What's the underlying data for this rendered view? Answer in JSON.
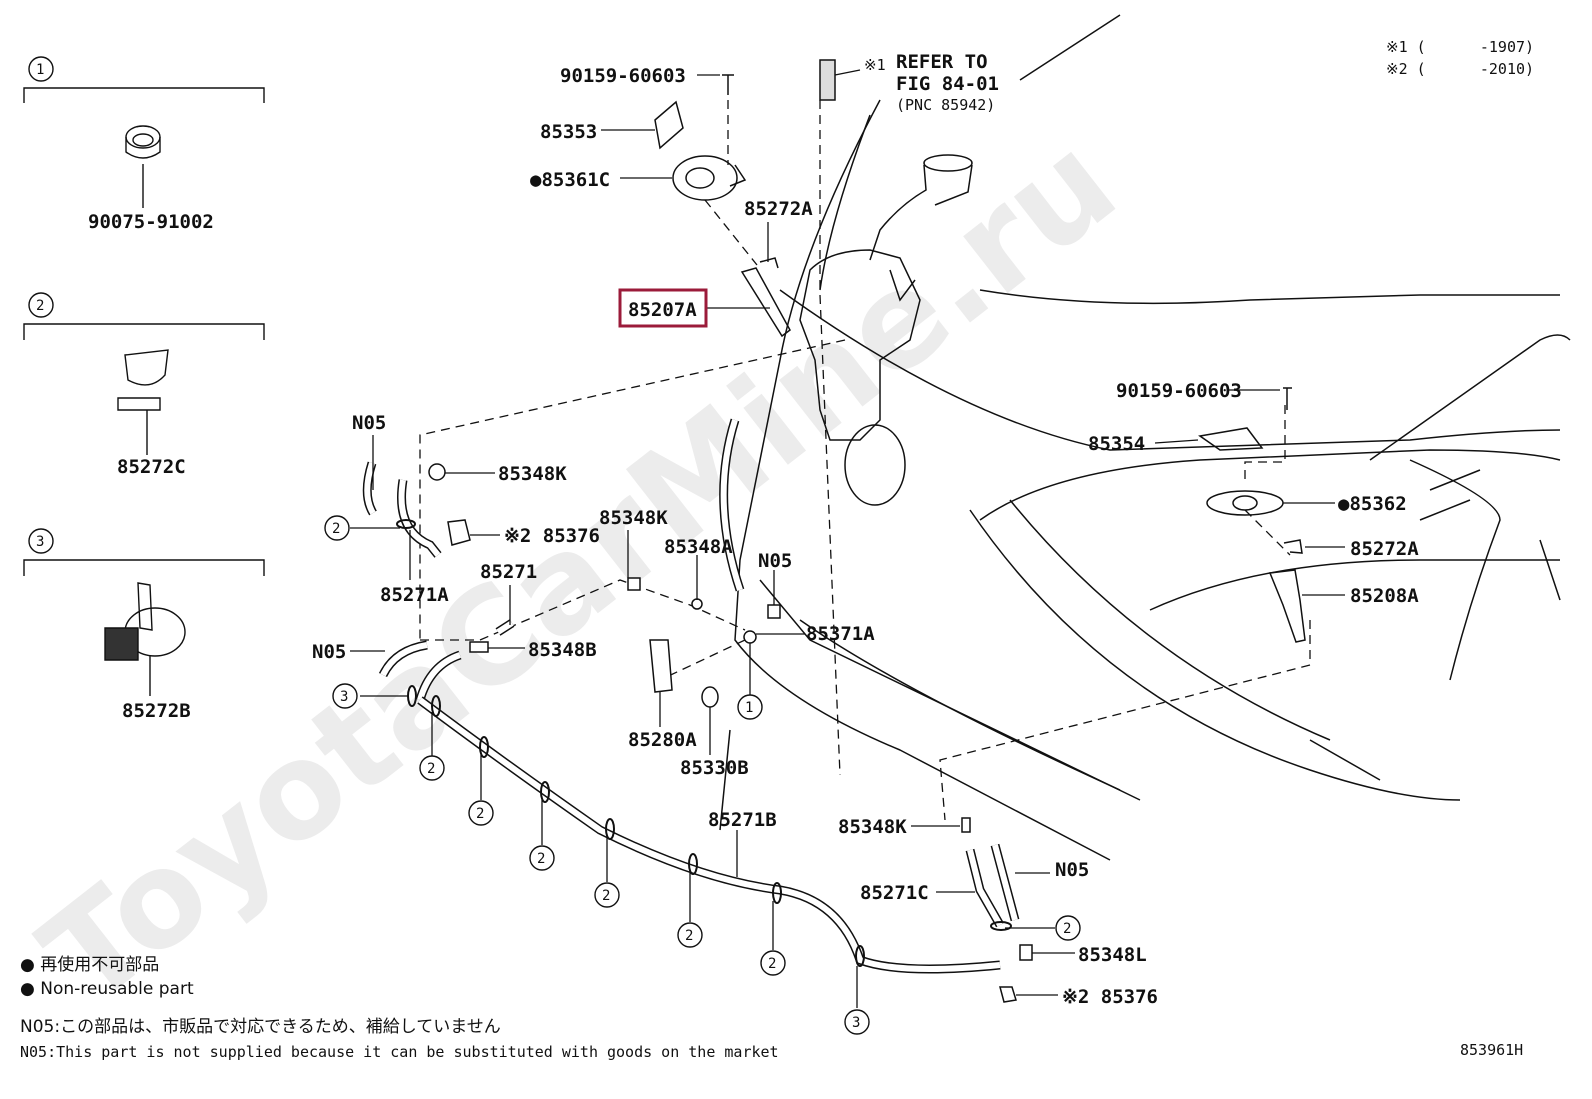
{
  "diagram_code": "853961H",
  "legend": {
    "non_reusable_jp": "● 再使用不可部品",
    "non_reusable_en": "● Non-reusable part",
    "n05_jp": "N05:この部品は、市販品で対応できるため、補給していません",
    "n05_en": "N05:This part is not supplied because it can be substituted with goods on the market"
  },
  "notes": {
    "range1": "※1 (      -1907)",
    "range2": "※2 (      -2010)",
    "refer_marker": "※1",
    "refer_line1": "REFER TO",
    "refer_line2": "FIG 84-01",
    "refer_line3": "(PNC 85942)"
  },
  "watermark": "ToyotaCarMine.ru",
  "insets": [
    {
      "num": "1",
      "part": "90075-91002"
    },
    {
      "num": "2",
      "part": "85272C"
    },
    {
      "num": "3",
      "part": "85272B"
    }
  ],
  "highlighted_part": "85207A",
  "labels": {
    "p90159a": "90159-60603",
    "p85353": "85353",
    "p85361c": "●85361C",
    "p85272a_top": "85272A",
    "p90159b": "90159-60603",
    "p85354": "85354",
    "p85362": "●85362",
    "p85272a_right": "85272A",
    "p85208a": "85208A",
    "p85348k_1": "85348K",
    "p85376_1": "※2 85376",
    "p85271a": "85271A",
    "p85348k_2": "85348K",
    "p85348a": "85348A",
    "p85271": "85271",
    "p85348b": "85348B",
    "p85371a": "85371A",
    "p85280a": "85280A",
    "p85330b": "85330B",
    "p85271b": "85271B",
    "p85348k_3": "85348K",
    "p85271c": "85271C",
    "p85348l": "85348L",
    "p85376_2": "※2 85376",
    "n05_1": "N05",
    "n05_2": "N05",
    "n05_3": "N05",
    "n05_4": "N05"
  },
  "callouts": {
    "c1": "1",
    "c2": "2",
    "c3": "3"
  }
}
